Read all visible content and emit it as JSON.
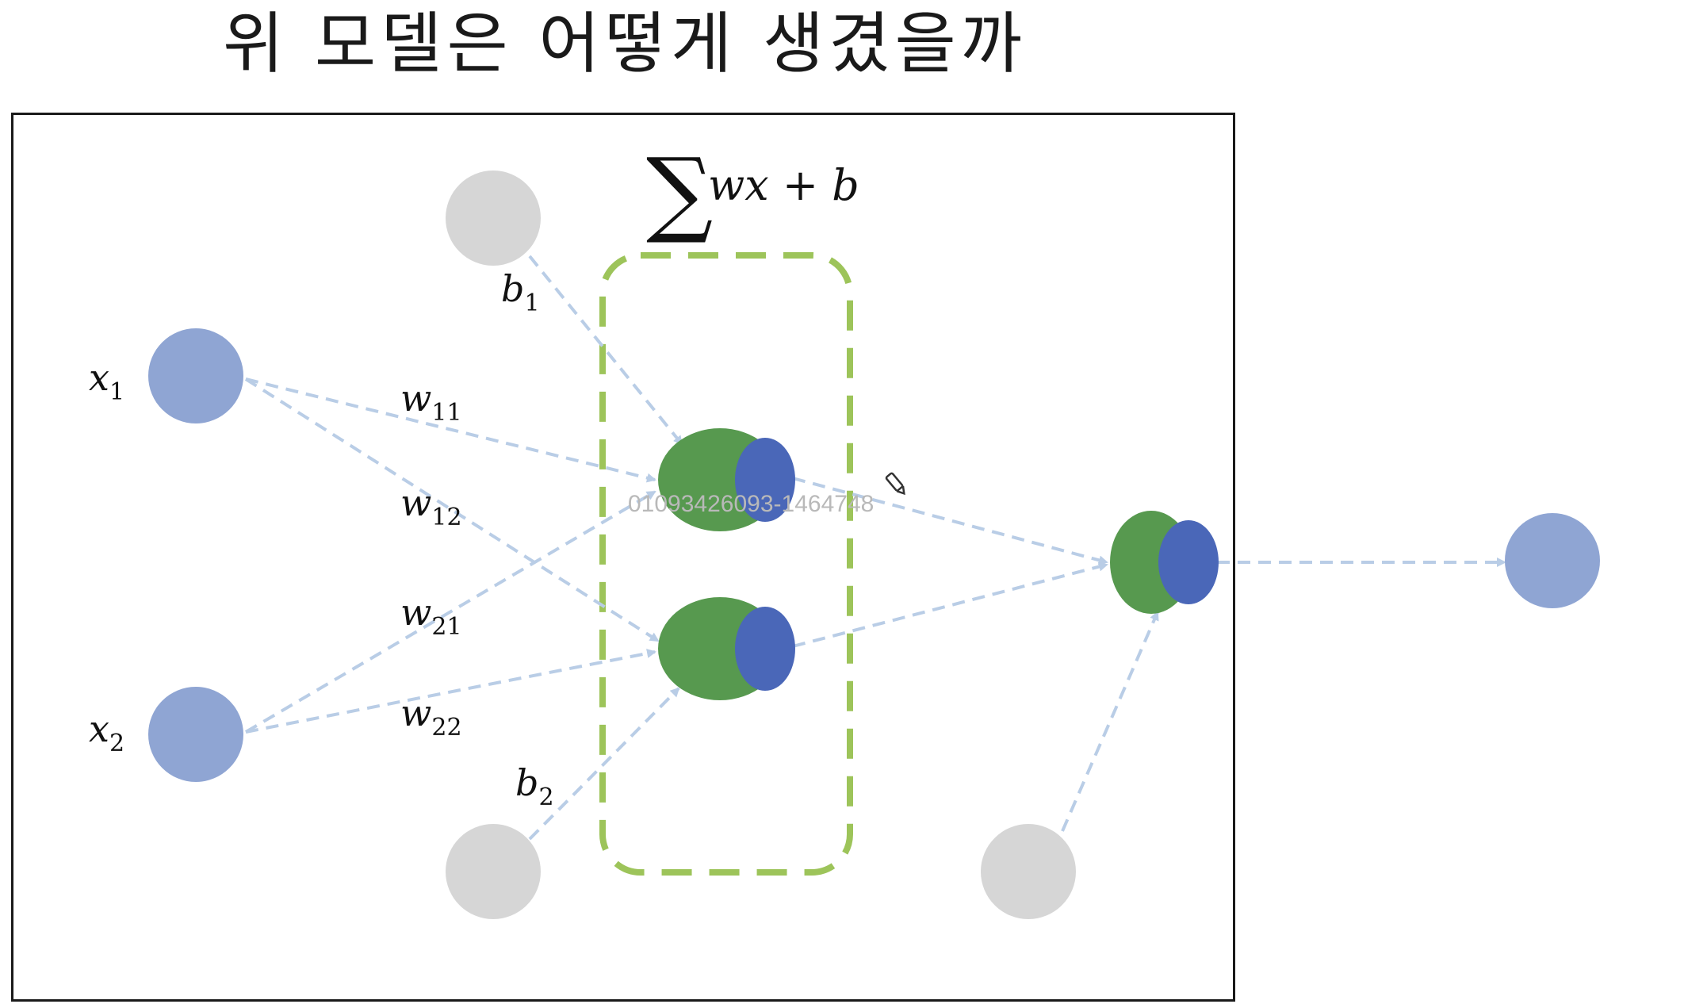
{
  "title": "위 모델은 어떻게 생겼을까",
  "formula": {
    "main": "wx + b",
    "sigma": "∑"
  },
  "labels": {
    "x1": {
      "base": "x",
      "sub": "1"
    },
    "x2": {
      "base": "x",
      "sub": "2"
    },
    "b1": {
      "base": "b",
      "sub": "1"
    },
    "b2": {
      "base": "b",
      "sub": "2"
    },
    "w11": {
      "base": "w",
      "sub": "11"
    },
    "w12": {
      "base": "w",
      "sub": "12"
    },
    "w21": {
      "base": "w",
      "sub": "21"
    },
    "w22": {
      "base": "w",
      "sub": "22"
    }
  },
  "watermark": "01093426093-1464748",
  "colors": {
    "input_node": "#8fa5d3",
    "bias_node": "#d6d6d6",
    "neuron_green": "#57994f",
    "neuron_blue": "#4a67b8",
    "arrow": "#b9cde6",
    "box_dashed": "#9dc45a",
    "output_node": "#8fa5d3"
  },
  "icons": {
    "pen": "pen-cursor-icon"
  }
}
